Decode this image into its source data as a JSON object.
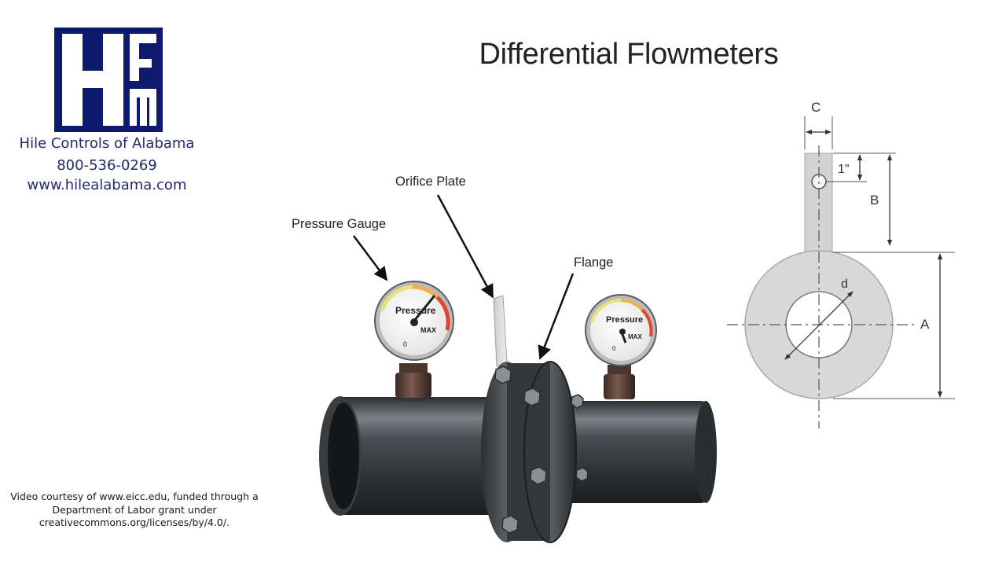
{
  "slide": {
    "title": "Differential Flowmeters"
  },
  "brand": {
    "logo_text": "HFm",
    "company": "Hile Controls of Alabama",
    "phone": "800-536-0269",
    "website": "www.hilealabama.com",
    "navy": "#0d1a6e"
  },
  "credit": {
    "line1": "Video courtesy of www.eicc.edu, funded through a",
    "line2": "Department of Labor grant under",
    "line3": "creativecommons.org/licenses/by/4.0/."
  },
  "callouts": {
    "pressure_gauge": "Pressure Gauge",
    "orifice_plate": "Orifice Plate",
    "flange": "Flange"
  },
  "gauge": {
    "face_label": "Pressure",
    "max_label": "MAX",
    "zero_label": "0"
  },
  "dimensions": {
    "c": "C",
    "b": "B",
    "a": "A",
    "d": "d",
    "tab_hole": "1\""
  }
}
